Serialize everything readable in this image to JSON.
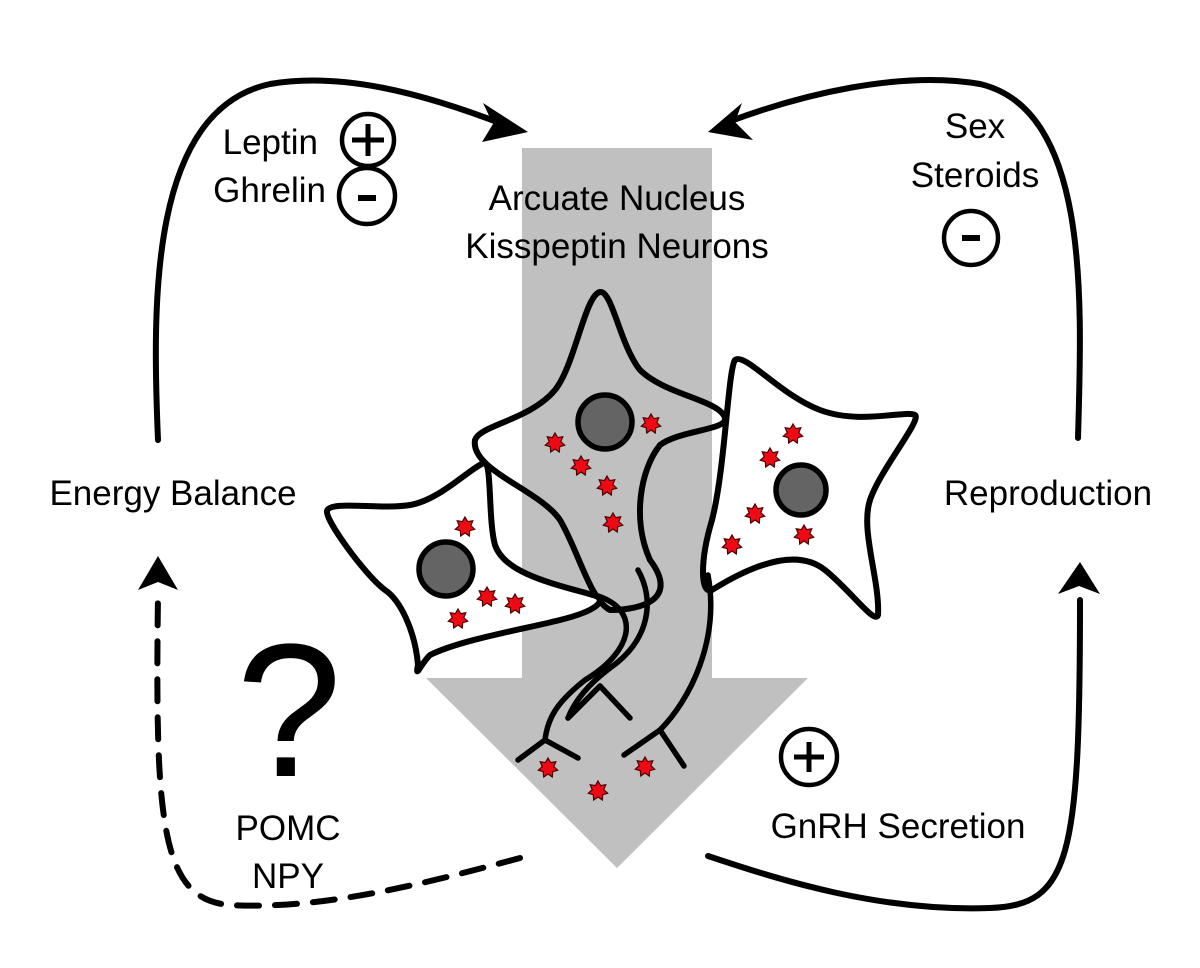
{
  "diagram": {
    "title": "Arcuate Nucleus Kisspeptin Neurons",
    "center_label": {
      "line1": "Arcuate Nucleus",
      "line2": "Kisspeptin Neurons"
    },
    "left_node": {
      "label": "Energy Balance"
    },
    "right_node": {
      "label": "Reproduction"
    },
    "inputs_left": [
      {
        "label": "Leptin",
        "effect": "+",
        "effect_name": "stimulatory"
      },
      {
        "label": "Ghrelin",
        "effect": "-",
        "effect_name": "inhibitory"
      }
    ],
    "inputs_right": {
      "line1": "Sex",
      "line2": "Steroids",
      "effect": "-",
      "effect_name": "inhibitory"
    },
    "output_right": {
      "label": "GnRH Secretion",
      "effect": "+",
      "effect_name": "stimulatory"
    },
    "output_left": {
      "unknown_symbol": "?",
      "line1": "POMC",
      "line2": "NPY",
      "style": "dashed"
    },
    "neuron_count": 3,
    "colors": {
      "arrow_fill": "#c0c0c0",
      "nucleus_fill": "#646464",
      "granule_fill": "#ee0a14",
      "line": "#000000",
      "background": "#ffffff"
    }
  }
}
